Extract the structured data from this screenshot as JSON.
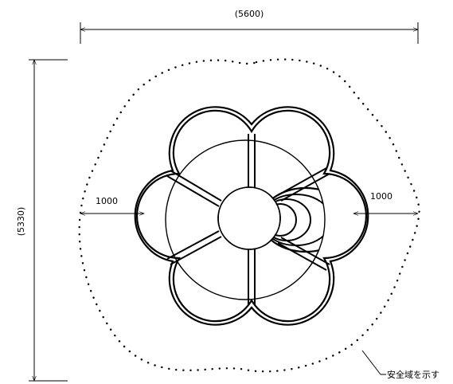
{
  "dimensions": {
    "width": "(5600)",
    "height": "(5330)",
    "clearance_left": "1000",
    "clearance_right": "1000"
  },
  "annotation": {
    "safety_zone": "安全域を示す"
  },
  "colors": {
    "line": "#000000",
    "background": "#ffffff"
  }
}
